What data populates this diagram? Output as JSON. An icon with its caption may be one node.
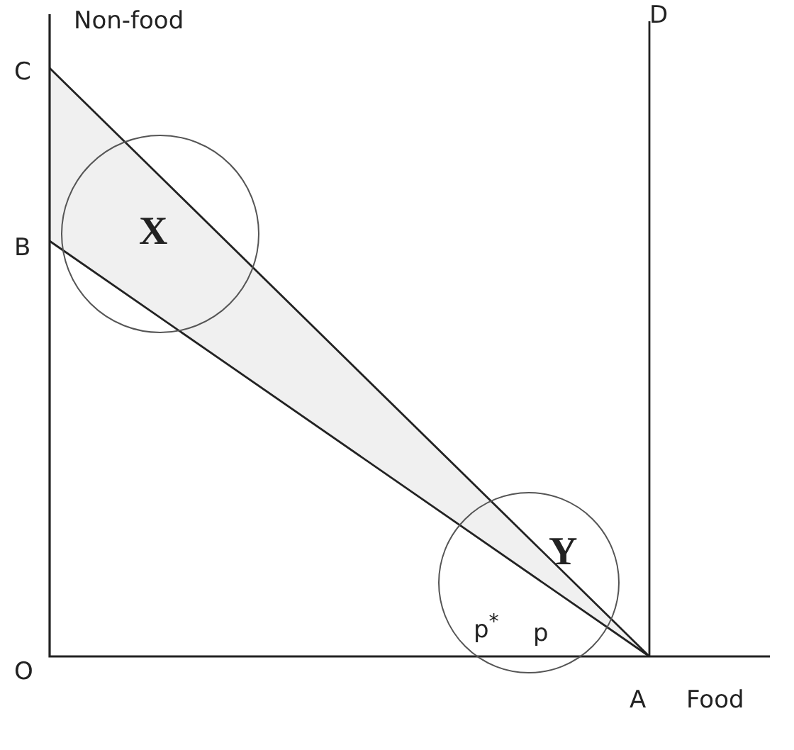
{
  "diagram": {
    "nodes": [
      {
        "text": [
          "X"
        ]
      },
      {
        "text": [
          "Y"
        ]
      }
    ],
    "edges": [],
    "labels": [
      "Non-food",
      "C",
      "B",
      "O",
      "D",
      "A",
      "Food",
      "p$^{*}$",
      "p"
    ]
  }
}
